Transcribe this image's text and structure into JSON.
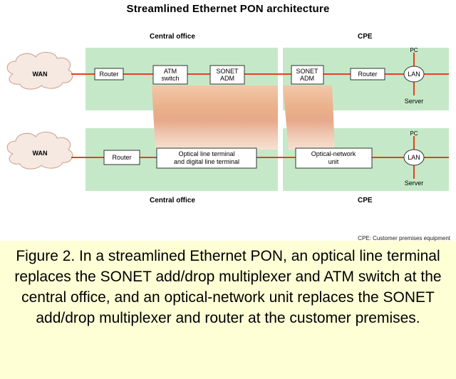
{
  "title": "Streamlined Ethernet PON architecture",
  "top": {
    "central_office": "Central office",
    "cpe": "CPE",
    "wan": "WAN",
    "router": "Router",
    "atm_switch": [
      "ATM",
      "switch"
    ],
    "sonet_adm_left": [
      "SONET",
      "ADM"
    ],
    "sonet_adm_right": [
      "SONET",
      "ADM"
    ],
    "router_cpe": "Router",
    "pc": "PC",
    "lan": "LAN",
    "server": "Server"
  },
  "bottom": {
    "central_office": "Central office",
    "cpe": "CPE",
    "wan": "WAN",
    "router": "Router",
    "olt": [
      "Optical line terminal",
      "and digital line terminal"
    ],
    "onu": [
      "Optical-network",
      "unit"
    ],
    "pc": "PC",
    "lan": "LAN",
    "server": "Server"
  },
  "footnote": "CPE: Customer premises equipment",
  "caption": "Figure 2. In a streamlined Ethernet PON, an optical line terminal replaces the SONET add/drop multiplexer and ATM switch at the central office, and an optical-network unit replaces the SONET add/drop multiplexer and router at the customer premises.",
  "colors": {
    "panel": "#c5e9c8",
    "line": "#e8401c",
    "box_border": "#333333",
    "caption_bg": "#ffffd6",
    "cloud": "#f6e9e1"
  }
}
